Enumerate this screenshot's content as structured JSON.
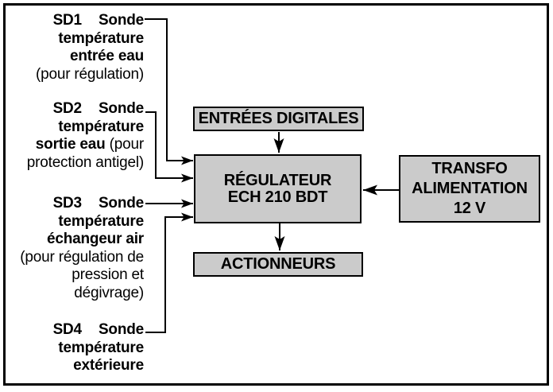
{
  "diagram": {
    "sensors": [
      {
        "id": "SD1",
        "head": "Sonde",
        "lines": [
          {
            "bold": "température",
            "regular": ""
          },
          {
            "bold": "entrée eau",
            "regular": ""
          },
          {
            "bold": "",
            "regular": "(pour régulation)"
          }
        ]
      },
      {
        "id": "SD2",
        "head": "Sonde",
        "lines": [
          {
            "bold": "température",
            "regular": ""
          },
          {
            "bold": "sortie eau",
            "regular": " (pour"
          },
          {
            "bold": "",
            "regular": "protection antigel)"
          }
        ]
      },
      {
        "id": "SD3",
        "head": "Sonde",
        "lines": [
          {
            "bold": "température",
            "regular": ""
          },
          {
            "bold": "échangeur air",
            "regular": ""
          },
          {
            "bold": "",
            "regular": "(pour régulation de"
          },
          {
            "bold": "",
            "regular": "pression et"
          },
          {
            "bold": "",
            "regular": "dégivrage)"
          }
        ]
      },
      {
        "id": "SD4",
        "head": "Sonde",
        "lines": [
          {
            "bold": "température",
            "regular": ""
          },
          {
            "bold": "extérieure",
            "regular": ""
          }
        ]
      }
    ],
    "boxes": {
      "digital_inputs": {
        "label": "ENTRÉES DIGITALES"
      },
      "regulator": {
        "line1": "RÉGULATEUR",
        "line2": "ECH 210 BDT"
      },
      "actuators": {
        "label": "ACTIONNEURS"
      },
      "transformer": {
        "line1": "TRANSFO",
        "line2": "ALIMENTATION",
        "line3": "12 V"
      }
    },
    "colors": {
      "box_fill": "#cbcbcb",
      "box_border": "#000000",
      "line": "#000000",
      "background": "#ffffff"
    }
  }
}
